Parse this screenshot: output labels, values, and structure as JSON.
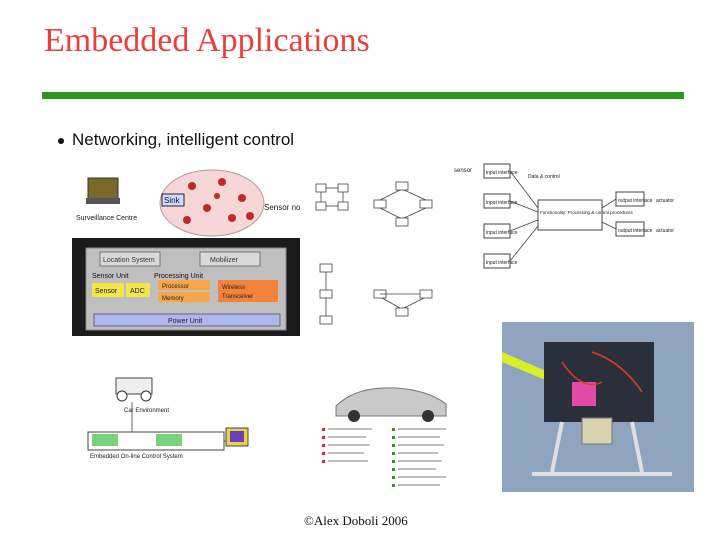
{
  "slide": {
    "title": "Embedded Applications",
    "bullet": "Networking, intelligent control",
    "footer": "©Alex Doboli 2006"
  },
  "figures": {
    "sensor_node": {
      "sink": "Sink",
      "sensor_nodes": "Sensor nodes",
      "surveillance": "Surveillance Centre",
      "location_system": "Location System",
      "mobilizer": "Mobilizer",
      "sensor_unit": "Sensor Unit",
      "processing_unit": "Processing Unit",
      "sensor": "Sensor",
      "adc": "ADC",
      "processor": "Processor",
      "memory": "Memory",
      "wireless": "Wireless",
      "transceiver": "Transceiver",
      "power_unit": "Power Unit"
    },
    "control_block": {
      "sensor": "sensor",
      "input_interface": "input interface",
      "data_control": "Data & control",
      "functionality": "Functionality: Processing & control procedures",
      "output_interface": "output interface",
      "actuator": "actuator"
    },
    "car_system": {
      "car_environment": "Car Environment",
      "embedded_system": "Embedded On-line Control System"
    }
  },
  "colors": {
    "title": "#e8403c",
    "rule": "#2a9a1e"
  }
}
